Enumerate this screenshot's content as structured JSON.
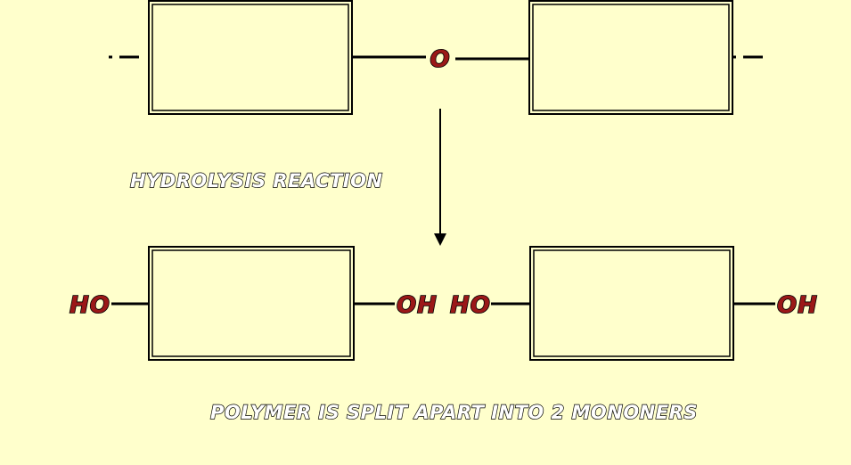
{
  "labels": {
    "oxygen": "O",
    "hydroxyl_left_1": "HO",
    "hydroxyl_right_1": "OH",
    "hydroxyl_left_2": "HO",
    "hydroxyl_right_2": "OH"
  },
  "captions": {
    "reaction": "HYDROLYSIS REACTION",
    "result": "POLYMER IS SPLIT APART INTO 2 MONONERS"
  },
  "colors": {
    "background": "#FFFFCC",
    "label_fill": "#9B1818",
    "caption_fill": "#FFFFFF",
    "outline": "#000000"
  }
}
